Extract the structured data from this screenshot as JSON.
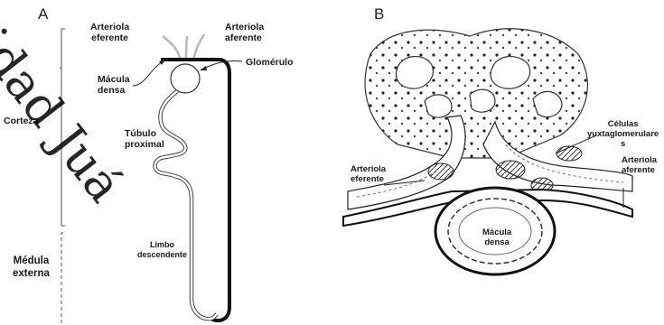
{
  "panel_a": {
    "letter": "A",
    "labels": {
      "efferent_arteriole": "Arteriola\neferente",
      "afferent_arteriole": "Arteriola\naferente",
      "macula_densa": "Mácula\ndensa",
      "glomerulus": "Glomérulo",
      "cortex": "Corteza",
      "proximal_tubule": "Túbulo\nproximal",
      "outer_medulla": "Médula\nexterna",
      "descending_limb": "Limbo\ndescendente"
    }
  },
  "panel_b": {
    "letter": "B",
    "labels": {
      "juxtaglomerular_cells": "Células\nyuxtaglomerulare\ns",
      "afferent_arteriole": "Arteriola\naferente",
      "efferent_arteriole": "Arteriola\neferente",
      "macula_densa": "Mácula\ndensa"
    }
  },
  "watermark": {
    "line1": "idad Juá"
  },
  "colors": {
    "ink": "#1a1a1a",
    "arteriole_gray": "#b5b5b5",
    "background": "#ffffff"
  }
}
